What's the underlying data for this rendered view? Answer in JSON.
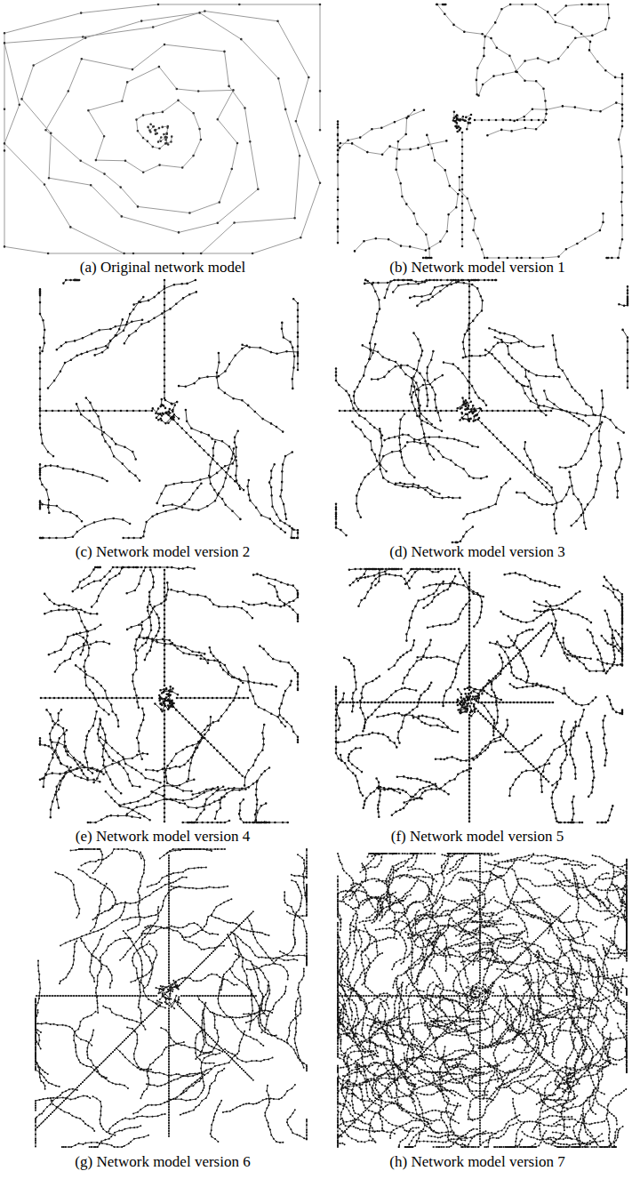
{
  "diagram": {
    "labels": [
      "(a) Original network model",
      "(b) Network model version 1",
      "(c) Network model version 2",
      "(d) Network model version 3",
      "(e) Network model version 4",
      "(f) Network model version 5",
      "(g) Network model version 6",
      "(h) Network model version 7"
    ]
  }
}
